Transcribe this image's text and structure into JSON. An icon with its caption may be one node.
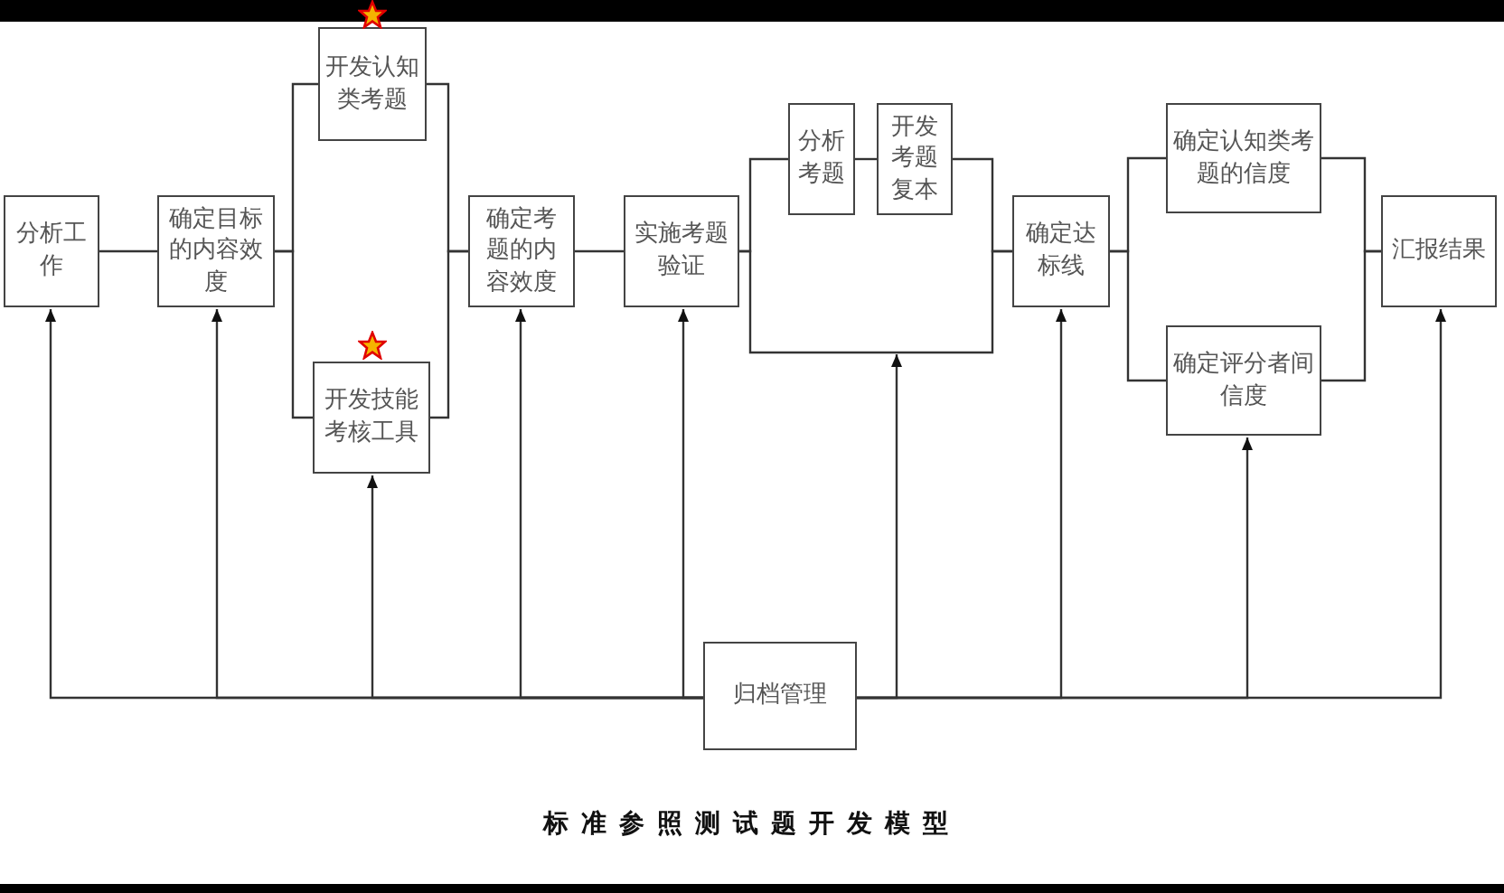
{
  "diagram": {
    "title": "标准参照测试题开发模型",
    "nodes": [
      {
        "text": [
          "分析工作"
        ]
      },
      {
        "text": [
          "确定目标的内容效度"
        ]
      },
      {
        "text": [
          "开发认知类考题"
        ]
      },
      {
        "text": [
          "开发技能考核工具"
        ]
      },
      {
        "text": [
          "确定考题的内容效度"
        ]
      },
      {
        "text": [
          "实施考题验证"
        ]
      },
      {
        "text": [
          "分析考题"
        ]
      },
      {
        "text": [
          "开发考题复本"
        ]
      },
      {
        "text": [
          "确定达标线"
        ]
      },
      {
        "text": [
          "确定认知类考题的信度"
        ]
      },
      {
        "text": [
          "确定评分者间信度"
        ]
      },
      {
        "text": [
          "汇报结果"
        ]
      },
      {
        "text": [
          "归档管理"
        ]
      }
    ],
    "edges": [
      {
        "from": 0,
        "to": 1,
        "arrow": "none"
      },
      {
        "from": 1,
        "to": 2,
        "arrow": "none"
      },
      {
        "from": 1,
        "to": 3,
        "arrow": "none"
      },
      {
        "from": 2,
        "to": 4,
        "arrow": "none"
      },
      {
        "from": 3,
        "to": 4,
        "arrow": "none"
      },
      {
        "from": 4,
        "to": 5,
        "arrow": "none"
      },
      {
        "from": 5,
        "to": 6,
        "arrow": "none"
      },
      {
        "from": 6,
        "to": 7,
        "arrow": "none"
      },
      {
        "from": 7,
        "to": 8,
        "arrow": "none"
      },
      {
        "from": 5,
        "to": 8,
        "arrow": "none"
      },
      {
        "from": 8,
        "to": 9,
        "arrow": "none"
      },
      {
        "from": 8,
        "to": 10,
        "arrow": "none"
      },
      {
        "from": 9,
        "to": 11,
        "arrow": "none"
      },
      {
        "from": 10,
        "to": 11,
        "arrow": "none"
      },
      {
        "from": 12,
        "to": 0,
        "arrow": "to"
      },
      {
        "from": 12,
        "to": 1,
        "arrow": "to"
      },
      {
        "from": 12,
        "to": 3,
        "arrow": "to"
      },
      {
        "from": 12,
        "to": 4,
        "arrow": "to"
      },
      {
        "from": 12,
        "to": 5,
        "arrow": "to"
      },
      {
        "from": 12,
        "to": null,
        "arrow": "to"
      },
      {
        "from": 12,
        "to": 8,
        "arrow": "to"
      },
      {
        "from": 12,
        "to": 10,
        "arrow": "to"
      },
      {
        "from": 12,
        "to": 11,
        "arrow": "to"
      }
    ]
  }
}
